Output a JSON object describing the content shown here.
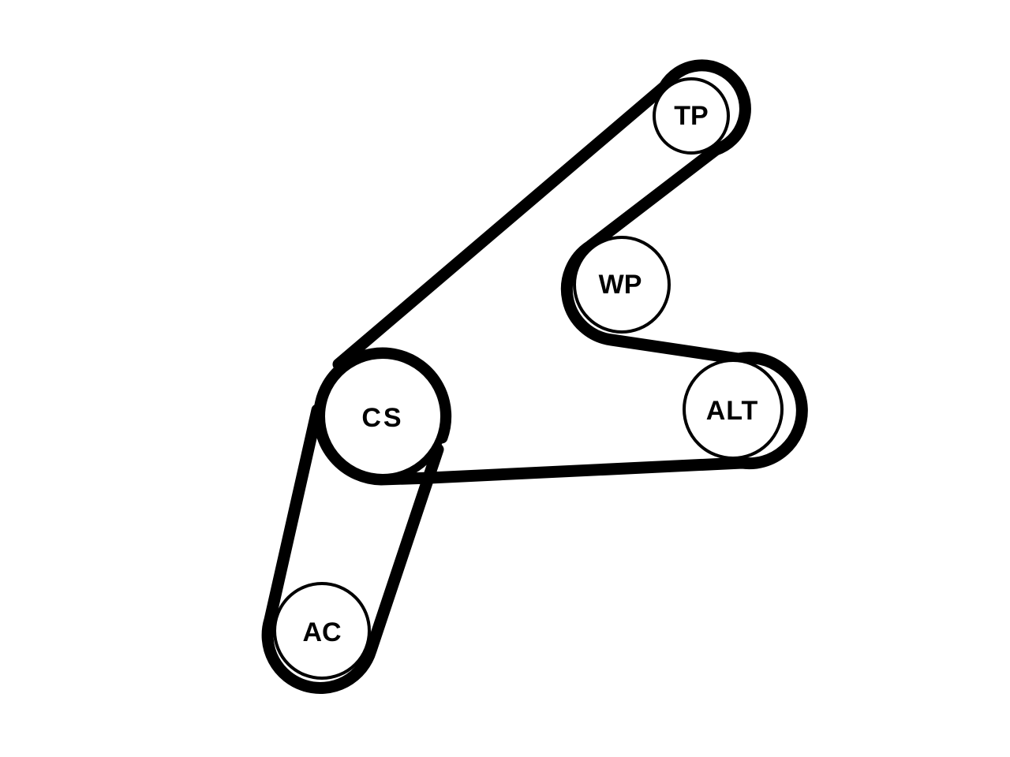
{
  "diagram": {
    "pulleys": {
      "tp": {
        "label": "TP"
      },
      "wp": {
        "label": "WP"
      },
      "cs": {
        "label": "CS"
      },
      "alt": {
        "label": "ALT"
      },
      "ac": {
        "label": "AC"
      }
    },
    "colors": {
      "belt": "#000000",
      "pulley_fill": "#ffffff",
      "text": "#000000"
    }
  }
}
